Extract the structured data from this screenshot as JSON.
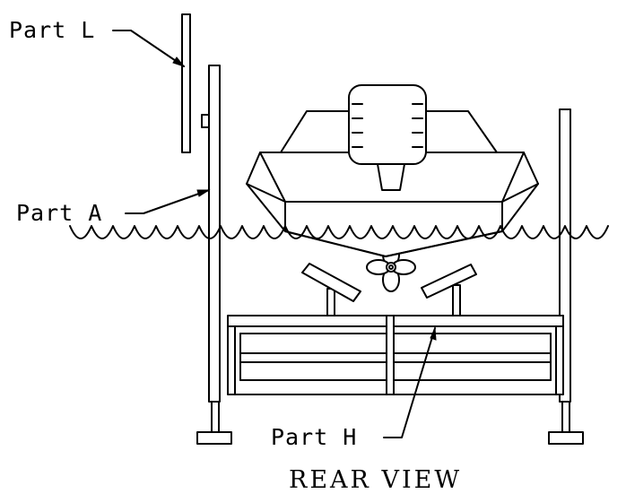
{
  "diagram": {
    "labels": {
      "part_l": "Part L",
      "part_a": "Part A",
      "part_h": "Part H"
    },
    "caption": "REAR VIEW"
  }
}
